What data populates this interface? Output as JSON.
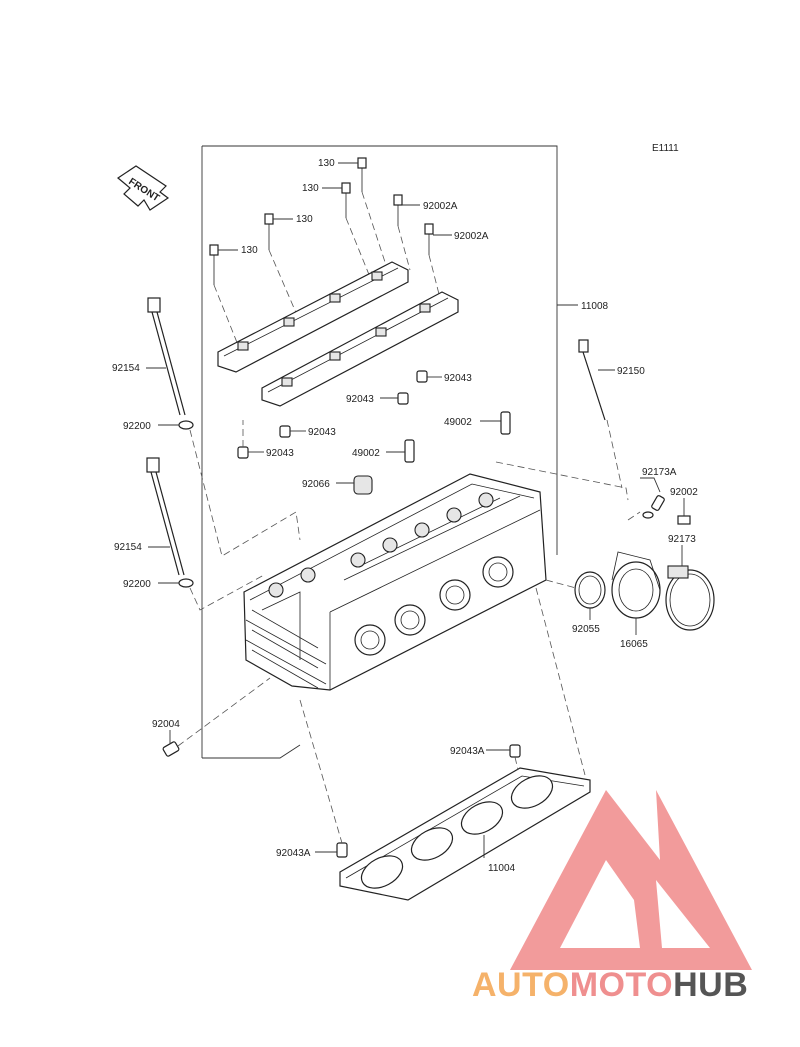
{
  "diagram": {
    "ref_code": "E1111",
    "front_label": "FRONT",
    "watermark": {
      "part1": "AUTO",
      "part2": "MOTO",
      "part3": "HUB",
      "color1": "#f5b26a",
      "color2": "#ef8f8f",
      "color3": "#555555",
      "triangle_color": "#f08a8a"
    },
    "labels": {
      "l130a": "130",
      "l130b": "130",
      "l130c": "130",
      "l130d": "130",
      "l92002a_1": "92002A",
      "l92002a_2": "92002A",
      "l11008": "11008",
      "l92154_1": "92154",
      "l92154_2": "92154",
      "l92200_1": "92200",
      "l92200_2": "92200",
      "l92043_1": "92043",
      "l92043_2": "92043",
      "l92043_3": "92043",
      "l92043_4": "92043",
      "l92150": "92150",
      "l49002_1": "49002",
      "l49002_2": "49002",
      "l92066": "92066",
      "l92173a": "92173A",
      "l92002": "92002",
      "l92173": "92173",
      "l92055": "92055",
      "l16065": "16065",
      "l92004": "92004",
      "l92043a_1": "92043A",
      "l92043a_2": "92043A",
      "l11004": "11004"
    }
  }
}
